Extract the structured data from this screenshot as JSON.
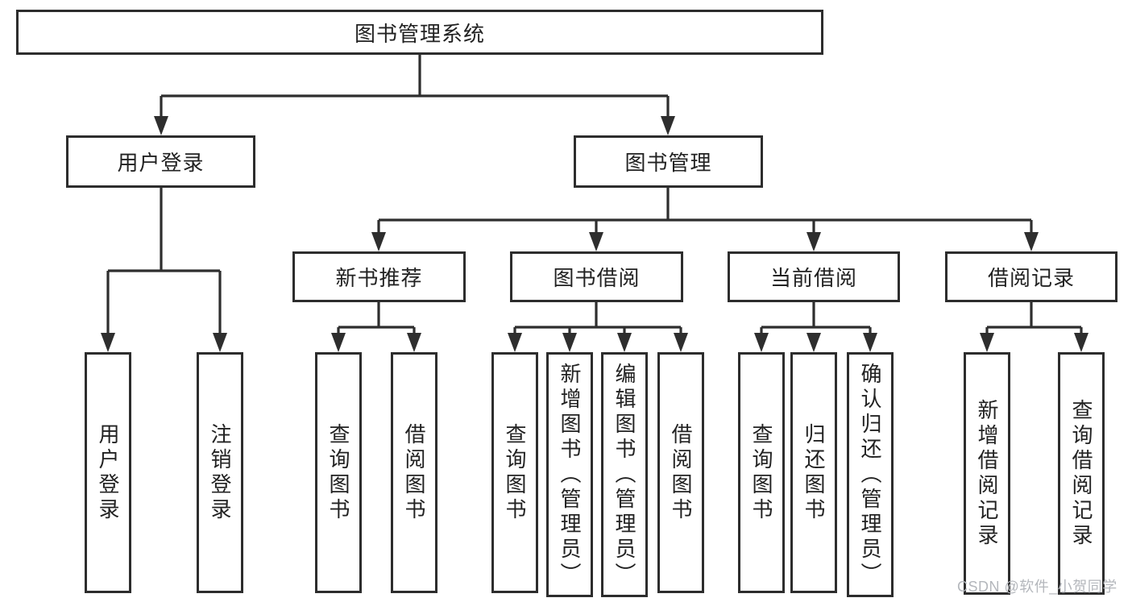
{
  "tree": {
    "label": "图书管理系统",
    "children": [
      {
        "label": "用户登录",
        "children": [
          {
            "label": "用户登录"
          },
          {
            "label": "注销登录"
          }
        ]
      },
      {
        "label": "图书管理",
        "children": [
          {
            "label": "新书推荐",
            "children": [
              {
                "label": "查询图书"
              },
              {
                "label": "借阅图书"
              }
            ]
          },
          {
            "label": "图书借阅",
            "children": [
              {
                "label": "查询图书"
              },
              {
                "label": "新增图书（管理员）"
              },
              {
                "label": "编辑图书（管理员）"
              },
              {
                "label": "借阅图书"
              }
            ]
          },
          {
            "label": "当前借阅",
            "children": [
              {
                "label": "查询图书"
              },
              {
                "label": "归还图书"
              },
              {
                "label": "确认归还（管理员）"
              }
            ]
          },
          {
            "label": "借阅记录",
            "children": [
              {
                "label": "新增借阅记录"
              },
              {
                "label": "查询借阅记录"
              }
            ]
          }
        ]
      }
    ]
  },
  "watermark": {
    "text": "CSDN @软件_小贺同学"
  },
  "colors": {
    "line": "#2e2e2e",
    "border": "#2d2d2d",
    "text": "#222222",
    "watermark": "#b4b7bc",
    "background": "#ffffff"
  }
}
